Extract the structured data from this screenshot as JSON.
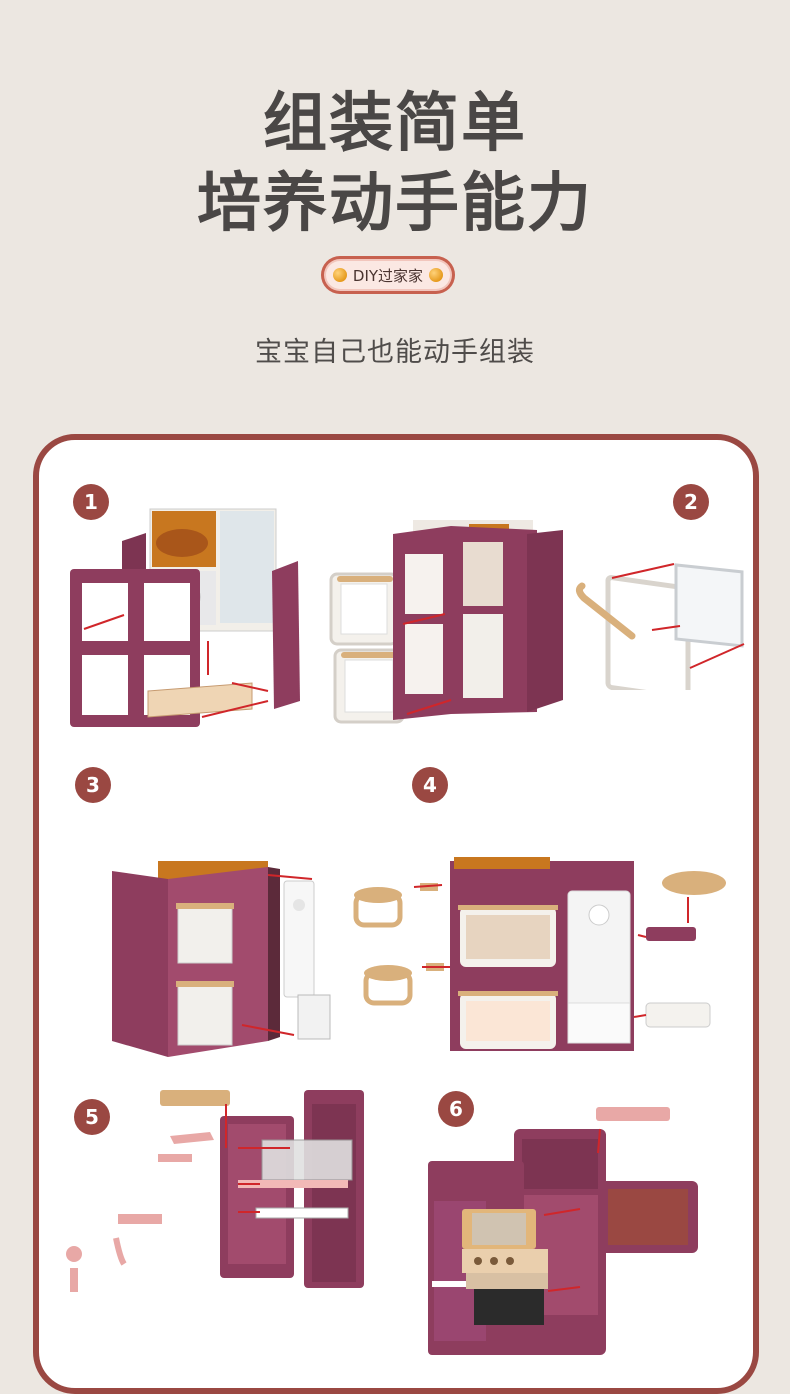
{
  "header": {
    "title_line1": "组装简单",
    "title_line2": "培养动手能力",
    "badge_label": "DIY过家家",
    "subtitle": "宝宝自己也能动手组装"
  },
  "steps": [
    {
      "number": "1"
    },
    {
      "number": "2"
    },
    {
      "number": "3"
    },
    {
      "number": "4"
    },
    {
      "number": "5"
    },
    {
      "number": "6"
    }
  ],
  "colors": {
    "background": "#ece7e1",
    "panel_border": "#9a4842",
    "step_badge": "#9a4842",
    "kitchen_frame": "#8e3d5e",
    "accent_wood": "#d9b07c",
    "pink_parts": "#e8a8a6"
  }
}
